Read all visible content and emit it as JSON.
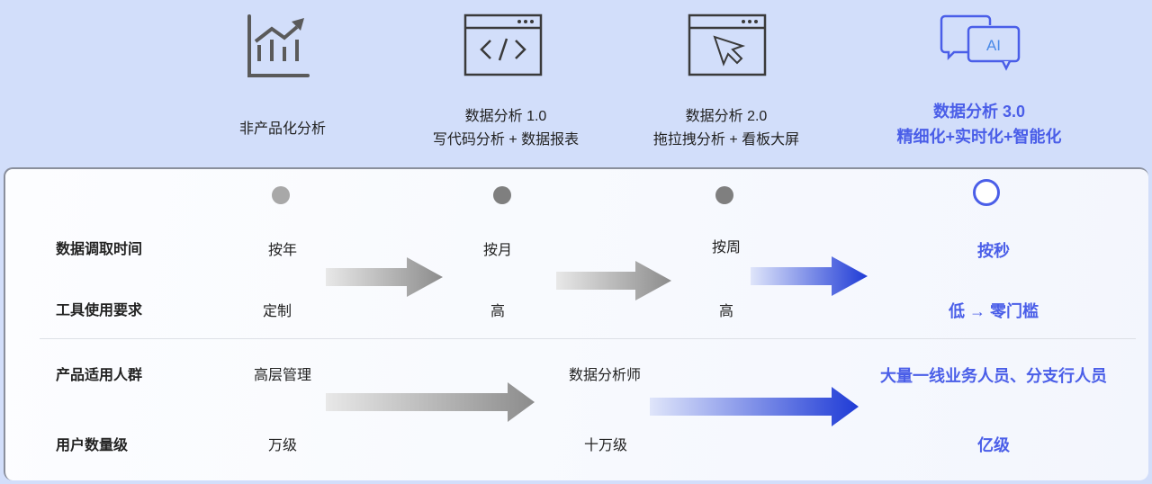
{
  "stages": [
    {
      "icon": "line-chart-icon",
      "title": "非产品化分析",
      "subtitle": ""
    },
    {
      "icon": "code-window-icon",
      "title": "数据分析 1.0",
      "subtitle": "写代码分析 + 数据报表"
    },
    {
      "icon": "cursor-window-icon",
      "title": "数据分析 2.0",
      "subtitle": "拖拉拽分析 + 看板大屏"
    },
    {
      "icon": "ai-chat-icon",
      "icon_text": "AI",
      "title": "数据分析 3.0",
      "subtitle": "精细化+实时化+智能化"
    }
  ],
  "rows": [
    {
      "label": "数据调取时间",
      "values": [
        "按年",
        "按月",
        "按周",
        "按秒"
      ]
    },
    {
      "label": "工具使用要求",
      "values": [
        "定制",
        "高",
        "高",
        "低 → 零门槛"
      ]
    },
    {
      "label": "产品适用人群",
      "values": [
        "高层管理",
        "数据分析师",
        "大量一线业务人员、分支行人员"
      ]
    },
    {
      "label": "用户数量级",
      "values": [
        "万级",
        "十万级",
        "亿级"
      ]
    }
  ],
  "colors": {
    "background": "#d2defa",
    "accent": "#4a5ee8",
    "arrow_blue": "#1f3bd6",
    "arrow_gray": "#8c8c8c",
    "dot_1": "#a8a8a8",
    "dot_2": "#7f7f7f",
    "dot_3": "#7f7f7f"
  }
}
